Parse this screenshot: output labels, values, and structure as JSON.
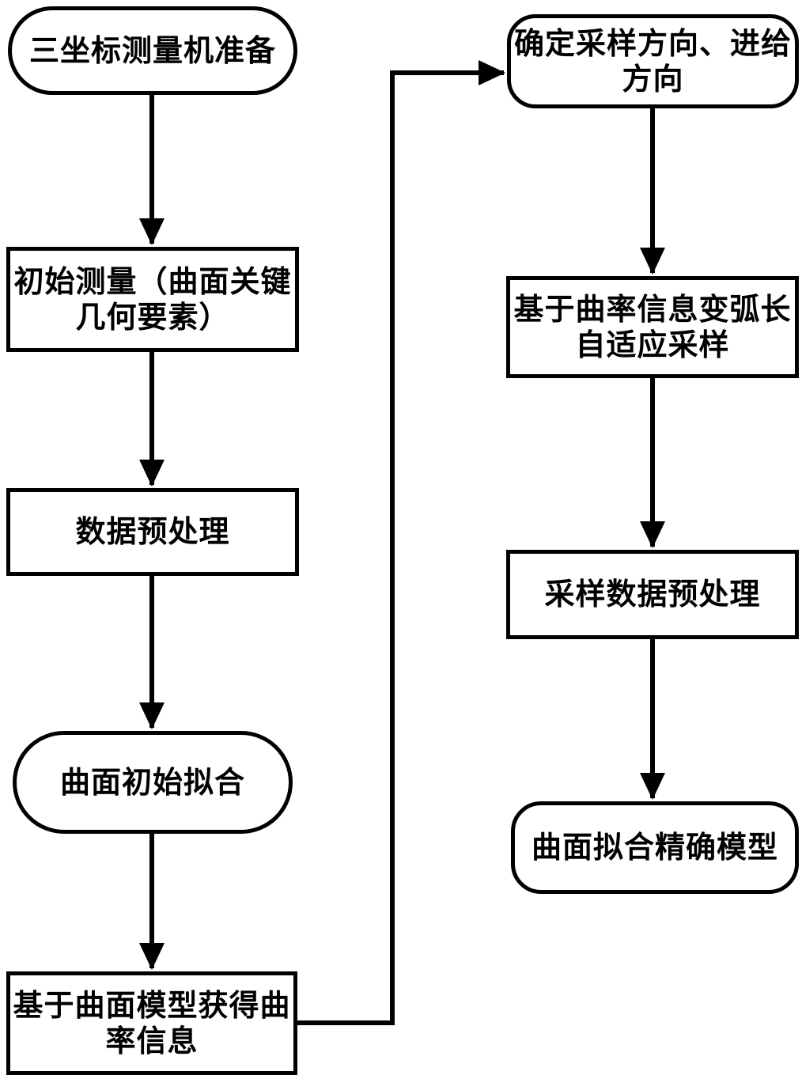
{
  "diagram": {
    "colors": {
      "stroke": "#000000",
      "background": "#ffffff"
    },
    "nodes": [
      {
        "id": "cmm-preparation",
        "shape": "stadium",
        "lines": [
          "三坐标测量机准备"
        ]
      },
      {
        "id": "initial-measurement",
        "shape": "rect",
        "lines": [
          "初始测量（曲面关键",
          "几何要素）"
        ]
      },
      {
        "id": "data-preprocessing",
        "shape": "rect",
        "lines": [
          "数据预处理"
        ]
      },
      {
        "id": "surface-initial-fitting",
        "shape": "stadium",
        "lines": [
          "曲面初始拟合"
        ]
      },
      {
        "id": "curvature-from-surface-model",
        "shape": "rect",
        "lines": [
          "基于曲面模型获得曲",
          "率信息"
        ]
      },
      {
        "id": "determine-sampling-feed-direction",
        "shape": "rounded-rect",
        "lines": [
          "确定采样方向、进给",
          "方向"
        ]
      },
      {
        "id": "curvature-adaptive-arc-sampling",
        "shape": "rect",
        "lines": [
          "基于曲率信息变弧长",
          "自适应采样"
        ]
      },
      {
        "id": "sampled-data-preprocessing",
        "shape": "rect",
        "lines": [
          "采样数据预处理"
        ]
      },
      {
        "id": "surface-fitting-accurate-model",
        "shape": "rounded-rect",
        "lines": [
          "曲面拟合精确模型"
        ]
      }
    ],
    "edges": [
      {
        "from": "cmm-preparation",
        "to": "initial-measurement"
      },
      {
        "from": "initial-measurement",
        "to": "data-preprocessing"
      },
      {
        "from": "data-preprocessing",
        "to": "surface-initial-fitting"
      },
      {
        "from": "surface-initial-fitting",
        "to": "curvature-from-surface-model"
      },
      {
        "from": "curvature-from-surface-model",
        "to": "determine-sampling-feed-direction"
      },
      {
        "from": "determine-sampling-feed-direction",
        "to": "curvature-adaptive-arc-sampling"
      },
      {
        "from": "curvature-adaptive-arc-sampling",
        "to": "sampled-data-preprocessing"
      },
      {
        "from": "sampled-data-preprocessing",
        "to": "surface-fitting-accurate-model"
      }
    ]
  }
}
